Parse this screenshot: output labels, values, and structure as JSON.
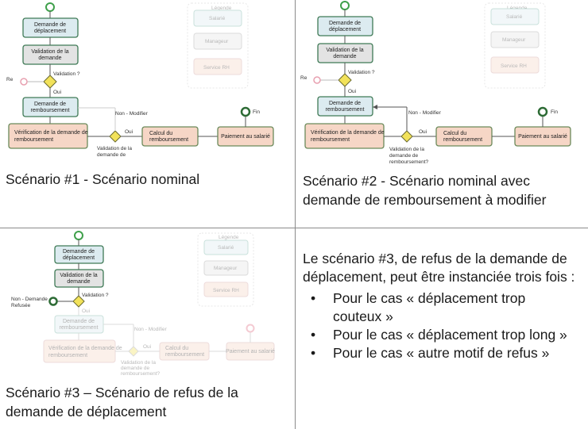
{
  "labels": {
    "demande_deplacement": [
      "Demande de",
      "déplacement"
    ],
    "validation_demande": [
      "Validation de la",
      "demande"
    ],
    "validation_q": "Validation ?",
    "oui": "Oui",
    "demande_remboursement": [
      "Demande de",
      "remboursement"
    ],
    "verification": [
      "Vérification de la demande de",
      "remboursement"
    ],
    "gateway2_q": [
      "Validation de la",
      "demande de",
      "remboursement?"
    ],
    "non_modifier": "Non - Modifier",
    "calcul": [
      "Calcul du",
      "remboursement"
    ],
    "paiement": "Paiement au salarié",
    "fin": "Fin",
    "refus_short": "Re",
    "non_refusee": [
      "Non - Demande",
      "Refusée"
    ],
    "legend_title": "Légende",
    "legend": [
      "Salarié",
      "Manageur",
      "Service RH"
    ]
  },
  "captions": {
    "s1": "Scénario #1 - Scénario nominal",
    "s2": [
      "Scénario #2 - Scénario nominal avec",
      "demande de remboursement à modifier"
    ],
    "s3": [
      "Scénario #3 – Scénario de refus de la",
      "demande de déplacement"
    ]
  },
  "paragraph": {
    "intro": [
      "Le scénario #3, de refus de la demande de",
      "déplacement, peut être instanciée trois fois :"
    ],
    "bullet_symbol": "•",
    "items": [
      [
        "Pour le cas « déplacement trop",
        "couteux »"
      ],
      [
        "Pour le cas « déplacement trop long »"
      ],
      [
        "Pour le cas « autre motif de refus »"
      ]
    ]
  },
  "colors": {
    "salarie_fill": "#dcebf0",
    "salarie_stroke": "#3f7a56",
    "manageur_fill": "#e3e3e3",
    "rh_fill": "#f6d6c6",
    "rh_stroke": "#6b8a5a",
    "gateway_fill": "#f2e25a",
    "start": "#3fa04b",
    "end_event": "#2d6b35",
    "refus_event": "#e06a80",
    "grid": "#8a8a8a"
  }
}
